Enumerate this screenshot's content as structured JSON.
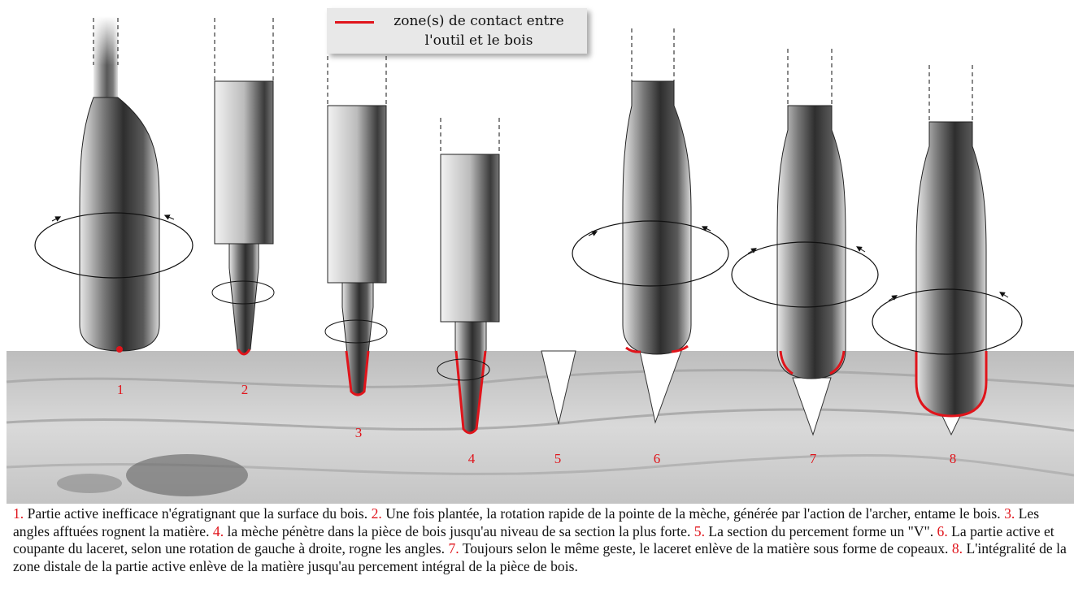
{
  "legend": {
    "label": "zone(s) de contact entre l'outil et le bois",
    "line_color": "#e0141b"
  },
  "steps": [
    {
      "number": "1",
      "text": "Partie active inefficace n'égratignant que la surface du bois."
    },
    {
      "number": "2",
      "text": "Une fois plantée, la rotation rapide de la pointe de la mèche, générée par l'action de l'archer, entame le bois."
    },
    {
      "number": "3",
      "text": "Les angles afftuées rognent la matière."
    },
    {
      "number": "4",
      "text": "la mèche pénètre dans la pièce de bois jusqu'au niveau de sa section la plus forte."
    },
    {
      "number": "5",
      "text": "La section du percement forme un \"V\"."
    },
    {
      "number": "6",
      "text": "La partie active et coupante du laceret, selon une rotation de gauche à droite, rogne les angles."
    },
    {
      "number": "7",
      "text": "Toujours selon le même geste, le laceret enlève de la matière sous forme de copeaux."
    },
    {
      "number": "8",
      "text": "L'intégralité de la zone distale de la partie active enlève de la matière jusqu'au percement intégral de la pièce de bois."
    }
  ],
  "colors": {
    "contact": "#e0141b",
    "wood": "#cfcfcf",
    "tool_dark": "#3a3a3a"
  }
}
